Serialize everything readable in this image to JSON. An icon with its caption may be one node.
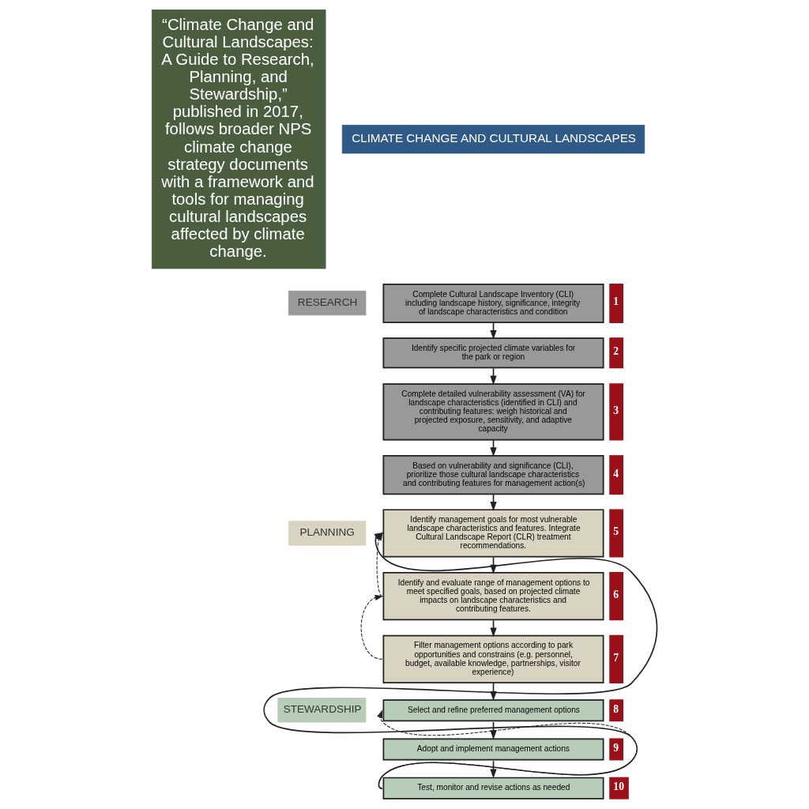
{
  "diagram": {
    "nodes": [
      {
        "text": [
          "“Climate Change and Cultural Landscapes: A Guide to Research, Planning, and Stewardship,” published in 2017, follows broader NPS climate change strategy documents with a framework and tools for managing cultural landscapes affected by climate change."
        ]
      },
      {
        "text": [
          "CLIMATE CHANGE AND CULTURAL LANDSCAPES"
        ]
      },
      {
        "text": [
          "RESEARCH"
        ]
      },
      {
        "text": [
          "Complete Cultural Landscape Inventory (CLI) including landscape history, significance, integrity of landscape characteristics and condition"
        ],
        "beside": [
          "1"
        ]
      },
      {
        "text": [
          "Identify specific projected climate variables for the park or region"
        ],
        "beside": [
          "2"
        ]
      },
      {
        "text": [
          "Complete detailed vulnerability assessment (VA) for landscape characteristics (identified in CLI) and contributing features: weigh historical and projected exposure, sensitivity, and adaptive capacity"
        ],
        "beside": [
          "3"
        ]
      },
      {
        "text": [
          "Based on vulnerability and significance (CLI), prioritize those cultural landscape characteristics and contributing features for management action(s)"
        ],
        "beside": [
          "4"
        ]
      },
      {
        "text": [
          "PLANNING"
        ]
      },
      {
        "text": [
          "Identify management goals for most vulnerable landscape characteristics and features. Integrate Cultural Landscape Report (CLR) treatment recommendations."
        ],
        "beside": [
          "5"
        ]
      },
      {
        "text": [
          "Identify and evaluate range of management options to meet specified goals, based on projected climate impacts on landscape characteristics and contributing features."
        ],
        "beside": [
          "6"
        ]
      },
      {
        "text": [
          "Filter management options according to park opportunities and constrains (e.g. personnel, budget, available knowledge, partnerships, visitor experience)"
        ],
        "beside": [
          "7"
        ]
      },
      {
        "text": [
          "STEWARDSHIP"
        ]
      },
      {
        "text": [
          "Select and refine preferred management options"
        ],
        "beside": [
          "8"
        ]
      },
      {
        "text": [
          "Adopt and implement management actions"
        ],
        "beside": [
          "9"
        ]
      },
      {
        "text": [
          "Test, monitor and revise actions as needed"
        ],
        "beside": [
          "10"
        ]
      }
    ],
    "edges": [
      {
        "from": 3,
        "to": 4,
        "arrow": "to"
      },
      {
        "from": 4,
        "to": 5,
        "arrow": "to"
      },
      {
        "from": 5,
        "to": 6,
        "arrow": "to"
      },
      {
        "from": 6,
        "to": 8,
        "arrow": "to"
      },
      {
        "from": 8,
        "to": 9,
        "arrow": "to"
      },
      {
        "from": 9,
        "to": 10,
        "arrow": "to"
      },
      {
        "from": 10,
        "to": 12,
        "arrow": "to"
      },
      {
        "from": 12,
        "to": 13,
        "arrow": "to"
      },
      {
        "from": 13,
        "to": 14,
        "arrow": "to"
      },
      {
        "from": 14,
        "to": 8,
        "arrow": "to"
      },
      {
        "from": 9,
        "to": 8,
        "arrow": "to",
        "style": "dashed"
      },
      {
        "from": 10,
        "to": 9,
        "arrow": "to",
        "style": "dashed"
      },
      {
        "from": 14,
        "to": 12,
        "arrow": "to",
        "style": "dashed"
      }
    ]
  }
}
